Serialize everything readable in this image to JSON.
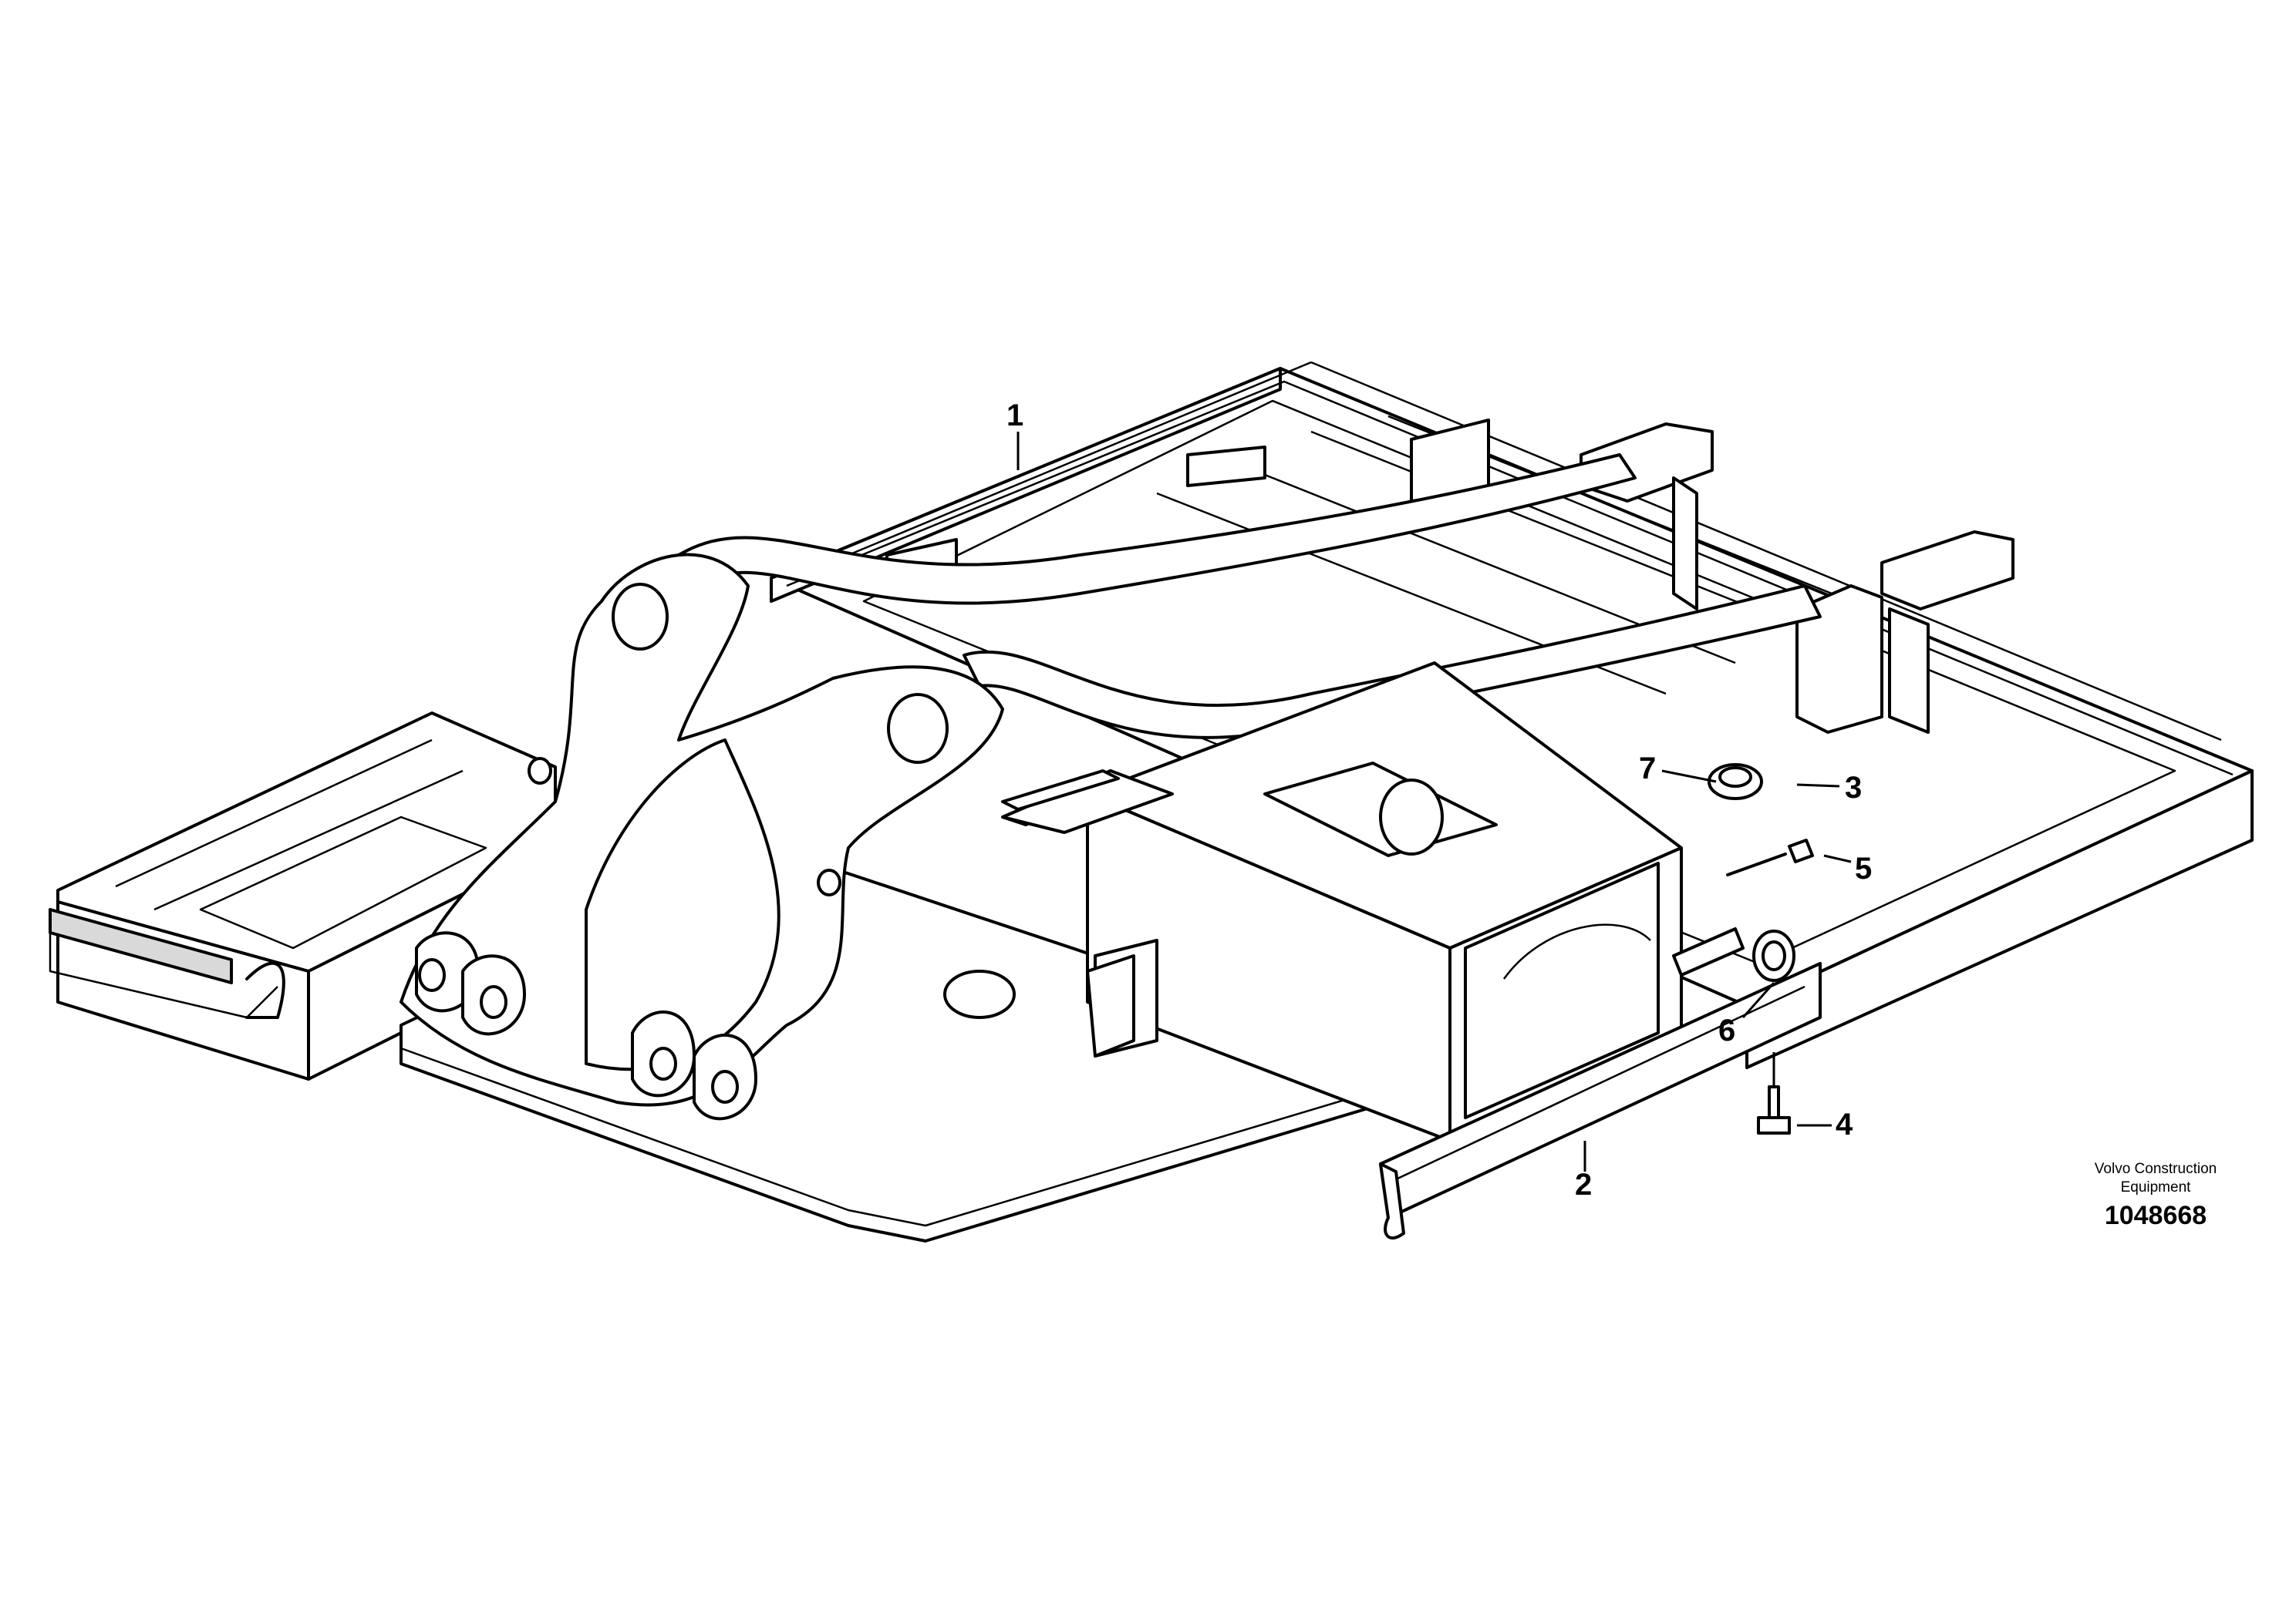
{
  "callouts": [
    {
      "id": "1",
      "text": "1"
    },
    {
      "id": "2",
      "text": "2"
    },
    {
      "id": "3",
      "text": "3"
    },
    {
      "id": "4",
      "text": "4"
    },
    {
      "id": "5",
      "text": "5"
    },
    {
      "id": "6",
      "text": "6"
    },
    {
      "id": "7",
      "text": "7"
    }
  ],
  "brand": {
    "line1": "Volvo Construction",
    "line2": "Equipment"
  },
  "document_number": "1048668"
}
